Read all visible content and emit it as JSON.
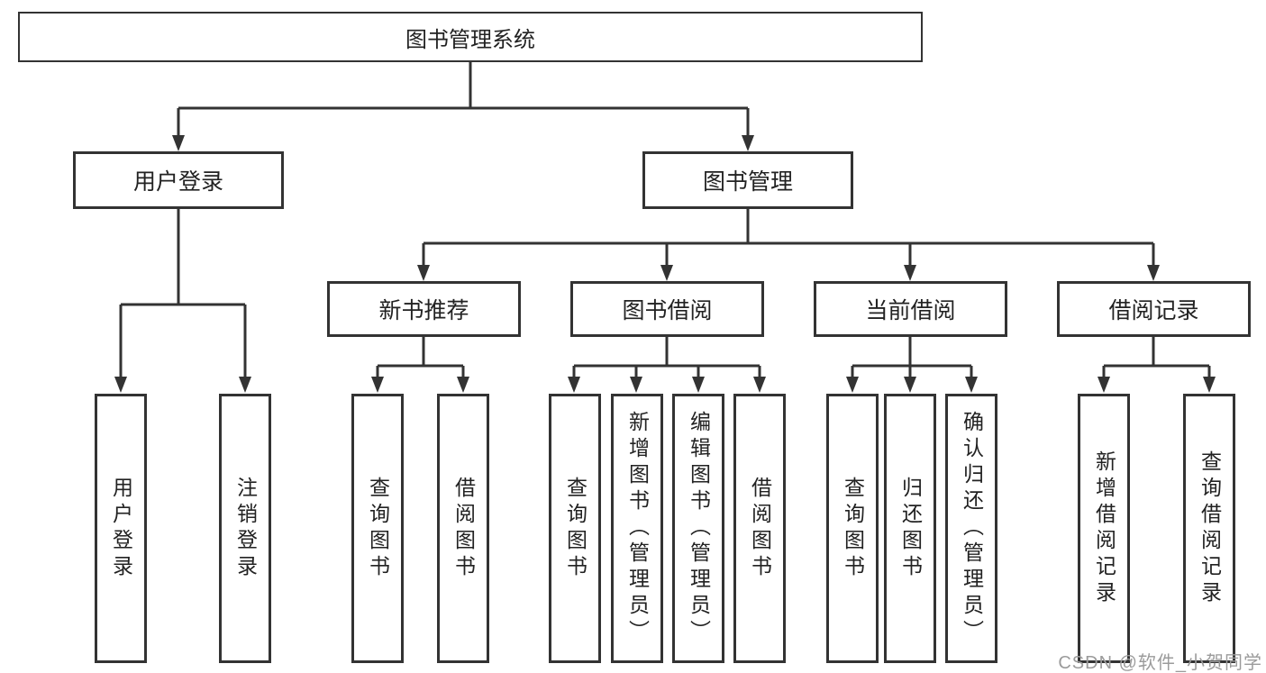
{
  "colors": {
    "line": "#333333",
    "text": "#222222",
    "watermark": "#9b9b9b",
    "background": "#ffffff"
  },
  "watermark": {
    "text": "CSDN @软件_小贺同学"
  },
  "tree": {
    "root": {
      "label": "图书管理系统"
    },
    "level2": [
      {
        "label": "用户登录",
        "children": [
          {
            "label": "用户登录"
          },
          {
            "label": "注销登录"
          }
        ]
      },
      {
        "label": "图书管理",
        "children": [
          {
            "label": "新书推荐",
            "children": [
              {
                "label": "查询图书"
              },
              {
                "label": "借阅图书"
              }
            ]
          },
          {
            "label": "图书借阅",
            "children": [
              {
                "label": "查询图书"
              },
              {
                "label": "新增图书（管理员）"
              },
              {
                "label": "编辑图书（管理员）"
              },
              {
                "label": "借阅图书"
              }
            ]
          },
          {
            "label": "当前借阅",
            "children": [
              {
                "label": "查询图书"
              },
              {
                "label": "归还图书"
              },
              {
                "label": "确认归还（管理员）"
              }
            ]
          },
          {
            "label": "借阅记录",
            "children": [
              {
                "label": "新增借阅记录"
              },
              {
                "label": "查询借阅记录"
              }
            ]
          }
        ]
      }
    ]
  }
}
